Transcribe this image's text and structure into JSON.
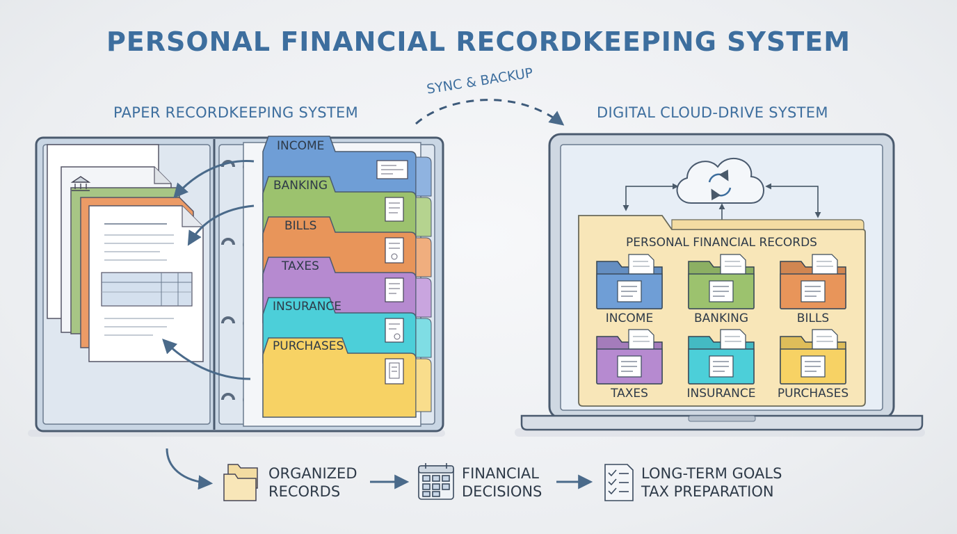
{
  "title": "PERSONAL FINANCIAL RECORDKEEPING SYSTEM",
  "paper": {
    "heading": "PAPER RECORDKEEPING SYSTEM",
    "tabs": [
      "INCOME",
      "BANKING",
      "BILLS",
      "TAXES",
      "INSURANCE",
      "PURCHASES"
    ]
  },
  "sync_label": "SYNC & BACKUP",
  "digital": {
    "heading": "DIGITAL CLOUD-DRIVE SYSTEM",
    "folder_title": "PERSONAL FINANCIAL RECORDS",
    "folders": [
      "INCOME",
      "BANKING",
      "BILLS",
      "TAXES",
      "INSURANCE",
      "PURCHASES"
    ]
  },
  "flow": {
    "step1": {
      "line1": "ORGANIZED",
      "line2": "RECORDS"
    },
    "step2": {
      "line1": "FINANCIAL",
      "line2": "DECISIONS"
    },
    "step3": {
      "line1": "LONG-TERM GOALS",
      "line2": "TAX PREPARATION"
    }
  },
  "colors": {
    "accent": "#3d6e9e",
    "income": "#6f9ed6",
    "banking": "#9cc26e",
    "bills": "#e8955a",
    "taxes": "#b68ad0",
    "insurance": "#4ccfd9",
    "purchases": "#f7d264",
    "cloud_folder": "#f8e6b8"
  },
  "icons": [
    "bank-icon",
    "check-icon",
    "receipt-icon",
    "cloud-sync-icon",
    "folders-icon",
    "calendar-icon",
    "checklist-icon"
  ]
}
